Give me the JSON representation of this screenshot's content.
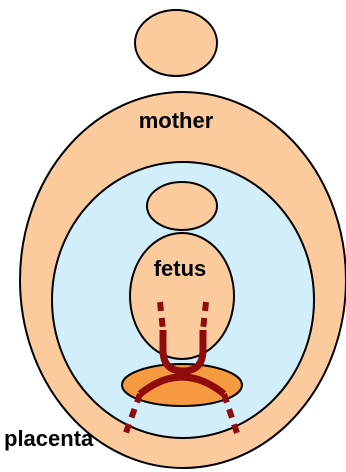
{
  "labels": {
    "mother": "mother",
    "fetus": "fetus",
    "placenta": "placenta"
  },
  "colors": {
    "skin": "#FBCB9E",
    "amniotic": "#D1EEFA",
    "placenta": "#F59A40",
    "vessel": "#8E0C0C",
    "outline": "#000000"
  }
}
